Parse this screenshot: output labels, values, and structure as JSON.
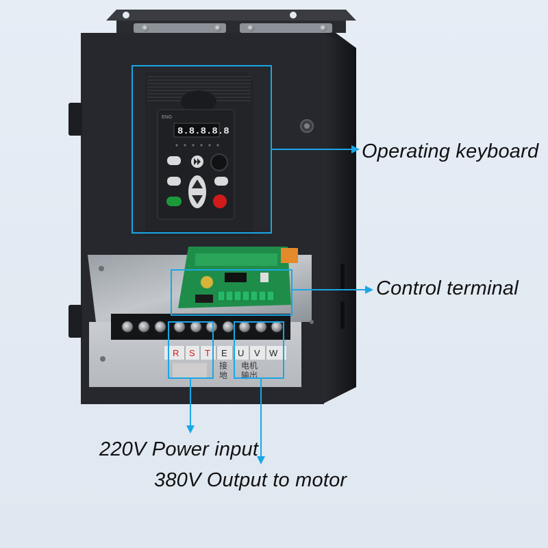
{
  "labels": {
    "keyboard": "Operating keyboard",
    "control": "Control terminal",
    "power": "220V Power input",
    "motor": "380V Output to motor"
  },
  "display": {
    "readout": "8.8.8.8.8",
    "brand": "ENG"
  },
  "terminal_letters": [
    "R",
    "S",
    "T",
    "E",
    "U",
    "V",
    "W"
  ],
  "terminal_sub_labels": [
    "接",
    "地",
    "电机",
    "输出"
  ],
  "colors": {
    "callout_line": "#1aa6e6",
    "background": "#e3eaf2",
    "housing": "#2a2c31",
    "keypad": "#25272b",
    "pcb": "#1f8d4a",
    "stop_button": "#d01b1b",
    "run_button": "#1c9a3a"
  }
}
